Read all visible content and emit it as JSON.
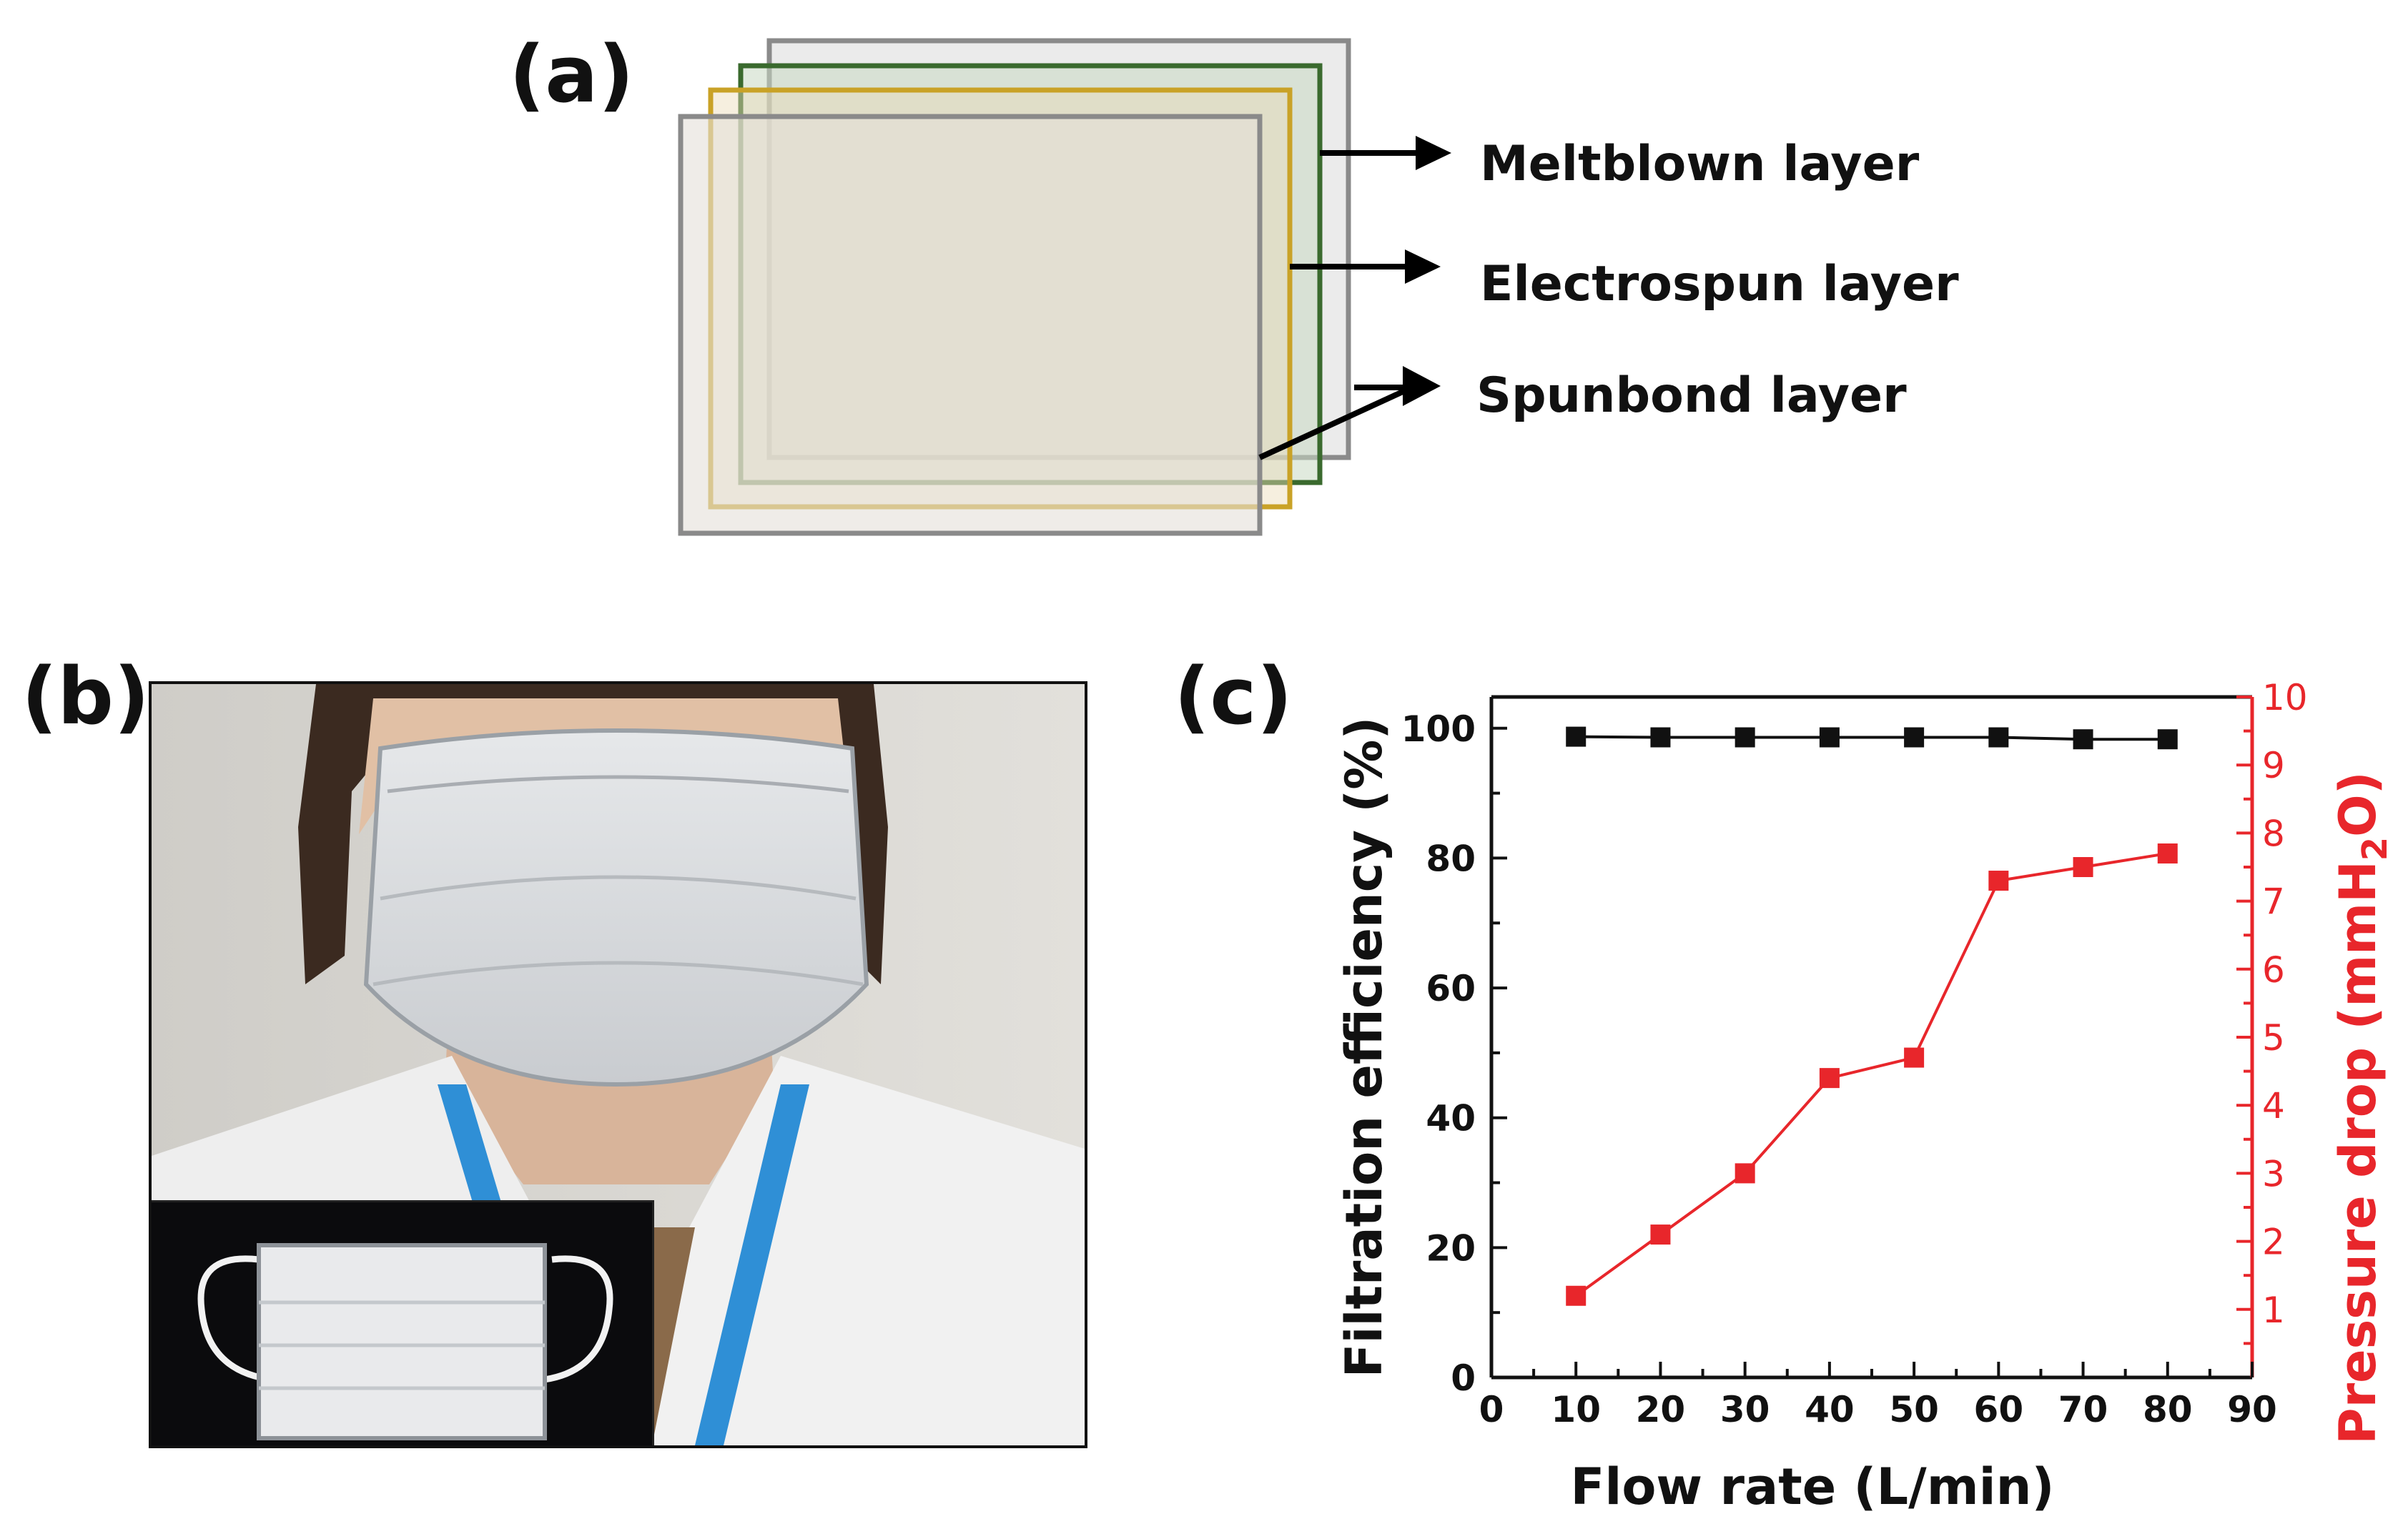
{
  "panels": {
    "a": {
      "label": "(a)",
      "layers": [
        "Meltblown layer",
        "Electrospun layer",
        "Spunbond layer"
      ],
      "layer_colors": {
        "back_gray": "#8a8a8a",
        "green": "#3a6a2e",
        "gold": "#c9a227",
        "front_gray": "#8a8a8a"
      }
    },
    "b": {
      "label": "(b)",
      "photo_icon": "mask-photo-icon",
      "inset_icon": "mask-inset-photo-icon"
    },
    "c": {
      "label": "(c)"
    }
  },
  "chart_data": {
    "type": "line",
    "x": [
      10,
      20,
      30,
      40,
      50,
      60,
      70,
      80
    ],
    "xlabel": "Flow rate (L/min)",
    "xlim": [
      0,
      90
    ],
    "xticks": [
      0,
      10,
      20,
      30,
      40,
      50,
      60,
      70,
      80,
      90
    ],
    "left_axis": {
      "label": "Filtration efficiency (%)",
      "lim": [
        0,
        100
      ],
      "ticks": [
        0,
        20,
        40,
        60,
        80,
        100
      ],
      "color": "#111111"
    },
    "right_axis": {
      "label_main": "Pressure drop (mmH",
      "label_sub": "2",
      "label_end": "O)",
      "lim": [
        0,
        10
      ],
      "ticks": [
        1,
        2,
        3,
        4,
        5,
        6,
        7,
        8,
        9,
        10
      ],
      "color": "#e8262b"
    },
    "series": [
      {
        "axis": "left",
        "color": "#111111",
        "marker": "square",
        "values": [
          98.7,
          98.6,
          98.6,
          98.6,
          98.6,
          98.6,
          98.3,
          98.3
        ]
      },
      {
        "axis": "right",
        "color": "#e8262b",
        "marker": "square",
        "values": [
          1.2,
          2.1,
          3.0,
          4.4,
          4.7,
          7.3,
          7.5,
          7.7
        ]
      }
    ],
    "grid": false,
    "legend": "none"
  }
}
